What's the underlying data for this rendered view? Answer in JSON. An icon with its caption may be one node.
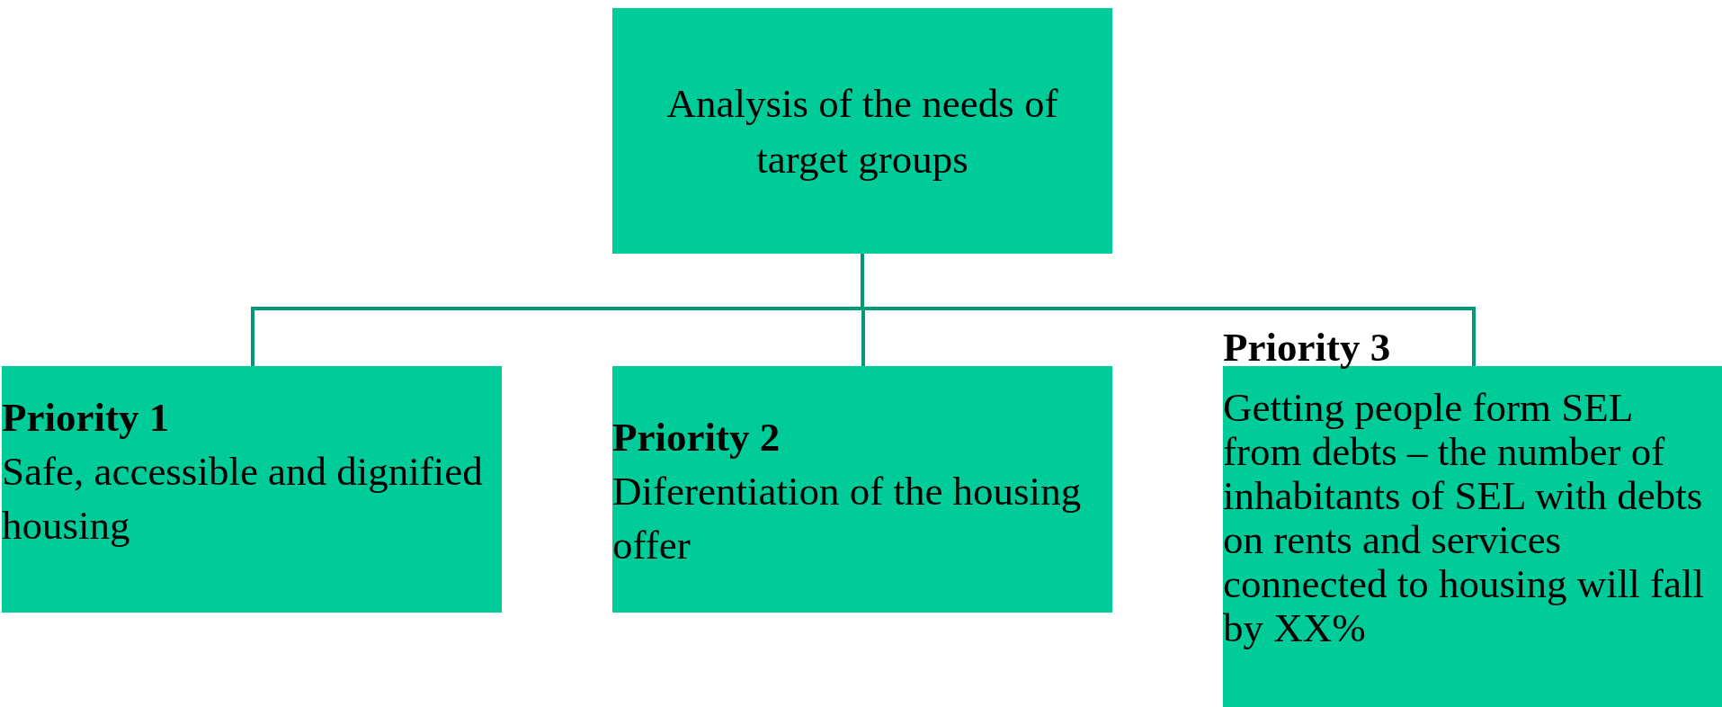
{
  "diagram": {
    "nodes": [
      {
        "text": [
          "Analysis of the needs of target groups"
        ]
      },
      {
        "text": [
          "Priority 1",
          "Safe, accessible and dignified housing"
        ]
      },
      {
        "text": [
          "Priority 2",
          "Diferentiation of the housing offer"
        ]
      },
      {
        "text": [
          "Priority 3",
          "Getting people form SEL from debts – the number of inhabitants of SEL with debts on rents and services connected to housing will fall by XX%"
        ]
      }
    ],
    "edges": [
      {
        "from": 0,
        "to": 1,
        "arrow": "none"
      },
      {
        "from": 0,
        "to": 2,
        "arrow": "none"
      },
      {
        "from": 0,
        "to": 3,
        "arrow": "none"
      }
    ]
  }
}
